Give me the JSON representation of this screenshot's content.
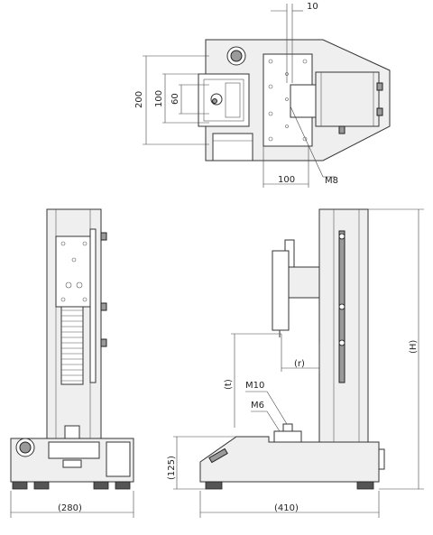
{
  "dimensions": {
    "top_width_offset": "10",
    "top_height_total": "200",
    "top_height_mid": "100",
    "top_height_inner": "60",
    "top_bottom_width": "100",
    "thread_top": "M8",
    "front_width": "(280)",
    "side_width": "(410)",
    "side_height": "(H)",
    "side_stroke": "(t)",
    "side_reach": "(r)",
    "side_base_height": "(125)",
    "thread_side_upper": "M10",
    "thread_side_lower": "M6"
  }
}
